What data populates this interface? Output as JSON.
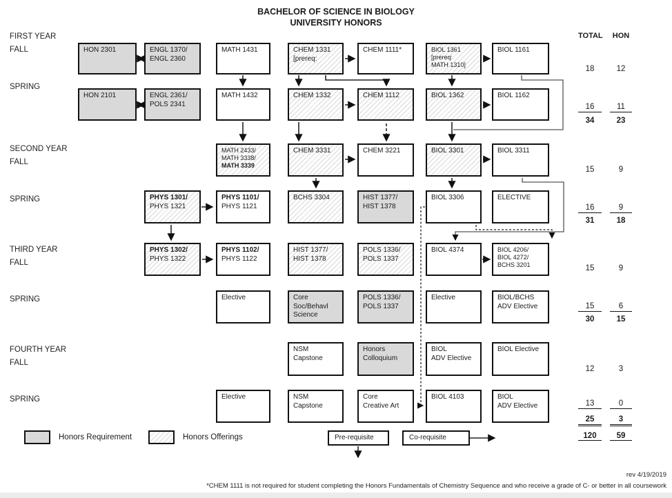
{
  "title": {
    "line1": "BACHELOR OF SCIENCE IN BIOLOGY",
    "line2": "UNIVERSITY HONORS"
  },
  "totals_header": {
    "total": "TOTAL",
    "hon": "HON"
  },
  "rows": [
    {
      "year_label": "FIRST YEAR",
      "term_label": "FALL",
      "boxes": [
        {
          "col": 0,
          "style": "gray",
          "lines": [
            {
              "text": "HON 2301"
            }
          ]
        },
        {
          "col": 1,
          "style": "gray",
          "lines": [
            {
              "text": "ENGL 1370/"
            },
            {
              "text": "ENGL 2360"
            }
          ]
        },
        {
          "col": 2,
          "style": "white",
          "lines": [
            {
              "text": "MATH 1431"
            }
          ]
        },
        {
          "col": 3,
          "style": "hatched",
          "lines": [
            {
              "text": "CHEM 1331"
            },
            {
              "text": "[prereq:"
            }
          ]
        },
        {
          "col": 4,
          "style": "white",
          "lines": [
            {
              "text": "CHEM 1111*"
            }
          ]
        },
        {
          "col": 5,
          "style": "hatched",
          "small": true,
          "lines": [
            {
              "text": "BIOL 1361"
            },
            {
              "text": "[prereq:"
            },
            {
              "text": "MATH 1310]"
            }
          ]
        },
        {
          "col": 6,
          "style": "white",
          "lines": [
            {
              "text": "BIOL 1161"
            }
          ]
        }
      ],
      "total": "18",
      "hon": "12"
    },
    {
      "year_label": "",
      "term_label": "SPRING",
      "boxes": [
        {
          "col": 0,
          "style": "gray",
          "lines": [
            {
              "text": "HON 2101"
            }
          ]
        },
        {
          "col": 1,
          "style": "gray",
          "lines": [
            {
              "text": "ENGL 2361/"
            },
            {
              "text": "POLS 2341"
            }
          ]
        },
        {
          "col": 2,
          "style": "white",
          "lines": [
            {
              "text": "MATH 1432"
            }
          ]
        },
        {
          "col": 3,
          "style": "hatched",
          "lines": [
            {
              "text": "CHEM 1332"
            }
          ]
        },
        {
          "col": 4,
          "style": "hatched",
          "lines": [
            {
              "text": "CHEM 1112"
            }
          ]
        },
        {
          "col": 5,
          "style": "hatched",
          "lines": [
            {
              "text": "BIOL 1362"
            }
          ]
        },
        {
          "col": 6,
          "style": "white",
          "lines": [
            {
              "text": "BIOL 1162"
            }
          ]
        }
      ],
      "total": "16",
      "hon": "11",
      "cum_total": "34",
      "cum_hon": "23"
    },
    {
      "year_label": "SECOND YEAR",
      "term_label": "FALL",
      "boxes": [
        {
          "col": 2,
          "style": "hatched",
          "small": true,
          "lines": [
            {
              "text": "MATH 2433/"
            },
            {
              "text": "MATH 3338/"
            },
            {
              "text": "MATH 3339",
              "bold": true
            }
          ]
        },
        {
          "col": 3,
          "style": "hatched",
          "lines": [
            {
              "text": "CHEM 3331"
            }
          ]
        },
        {
          "col": 4,
          "style": "white",
          "lines": [
            {
              "text": "CHEM 3221"
            }
          ]
        },
        {
          "col": 5,
          "style": "hatched",
          "lines": [
            {
              "text": "BIOL 3301"
            }
          ]
        },
        {
          "col": 6,
          "style": "white",
          "lines": [
            {
              "text": "BIOL 3311"
            }
          ]
        }
      ],
      "total": "15",
      "hon": "9"
    },
    {
      "year_label": "",
      "term_label": "SPRING",
      "boxes": [
        {
          "col": 1,
          "style": "hatched",
          "lines": [
            {
              "text": "PHYS 1301/",
              "bold": true
            },
            {
              "text": "PHYS 1321"
            }
          ]
        },
        {
          "col": 2,
          "style": "white",
          "lines": [
            {
              "text": "PHYS 1101/",
              "bold": true
            },
            {
              "text": "PHYS 1121"
            }
          ]
        },
        {
          "col": 3,
          "style": "hatched",
          "lines": [
            {
              "text": "BCHS 3304"
            }
          ]
        },
        {
          "col": 4,
          "style": "gray",
          "lines": [
            {
              "text": "HIST 1377/"
            },
            {
              "text": "HIST 1378"
            }
          ]
        },
        {
          "col": 5,
          "style": "white",
          "lines": [
            {
              "text": "BIOL 3306"
            }
          ]
        },
        {
          "col": 6,
          "style": "white",
          "lines": [
            {
              "text": "ELECTIVE"
            }
          ]
        }
      ],
      "total": "16",
      "hon": "9",
      "cum_total": "31",
      "cum_hon": "18"
    },
    {
      "year_label": "THIRD YEAR",
      "term_label": "FALL",
      "boxes": [
        {
          "col": 1,
          "style": "hatched",
          "lines": [
            {
              "text": "PHYS 1302/",
              "bold": true
            },
            {
              "text": "PHYS 1322"
            }
          ]
        },
        {
          "col": 2,
          "style": "white",
          "lines": [
            {
              "text": "PHYS 1102/",
              "bold": true
            },
            {
              "text": "PHYS 1122"
            }
          ]
        },
        {
          "col": 3,
          "style": "hatched",
          "lines": [
            {
              "text": "HIST 1377/"
            },
            {
              "text": "HIST 1378"
            }
          ]
        },
        {
          "col": 4,
          "style": "hatched",
          "lines": [
            {
              "text": "POLS 1336/"
            },
            {
              "text": "POLS 1337"
            }
          ]
        },
        {
          "col": 5,
          "style": "white",
          "lines": [
            {
              "text": "BIOL 4374"
            }
          ]
        },
        {
          "col": 6,
          "style": "white",
          "small": true,
          "lines": [
            {
              "text": "BIOL 4206/"
            },
            {
              "text": "BIOL 4272/"
            },
            {
              "text": "BCHS 3201"
            }
          ]
        }
      ],
      "total": "15",
      "hon": "9"
    },
    {
      "year_label": "",
      "term_label": "SPRING",
      "boxes": [
        {
          "col": 2,
          "style": "white",
          "lines": [
            {
              "text": "Elective"
            }
          ]
        },
        {
          "col": 3,
          "style": "gray",
          "lines": [
            {
              "text": "Core"
            },
            {
              "text": "Soc/Behavl"
            },
            {
              "text": "Science"
            }
          ]
        },
        {
          "col": 4,
          "style": "gray",
          "lines": [
            {
              "text": "POLS 1336/"
            },
            {
              "text": "POLS 1337"
            }
          ]
        },
        {
          "col": 5,
          "style": "white",
          "lines": [
            {
              "text": "Elective"
            }
          ]
        },
        {
          "col": 6,
          "style": "white",
          "lines": [
            {
              "text": "BIOL/BCHS"
            },
            {
              "text": "ADV Elective"
            }
          ]
        }
      ],
      "total": "15",
      "hon": "6",
      "cum_total": "30",
      "cum_hon": "15"
    },
    {
      "year_label": "FOURTH YEAR",
      "term_label": "FALL",
      "boxes": [
        {
          "col": 3,
          "style": "white",
          "lines": [
            {
              "text": "NSM"
            },
            {
              "text": "Capstone"
            }
          ]
        },
        {
          "col": 4,
          "style": "gray",
          "lines": [
            {
              "text": "Honors"
            },
            {
              "text": "Colloquium"
            }
          ]
        },
        {
          "col": 5,
          "style": "white",
          "lines": [
            {
              "text": "BIOL"
            },
            {
              "text": "ADV Elective"
            }
          ]
        },
        {
          "col": 6,
          "style": "white",
          "lines": [
            {
              "text": "BIOL Elective"
            }
          ]
        }
      ],
      "total": "12",
      "hon": "3"
    },
    {
      "year_label": "",
      "term_label": "SPRING",
      "boxes": [
        {
          "col": 2,
          "style": "white",
          "lines": [
            {
              "text": "Elective"
            }
          ]
        },
        {
          "col": 3,
          "style": "white",
          "lines": [
            {
              "text": "NSM"
            },
            {
              "text": "Capstone"
            }
          ]
        },
        {
          "col": 4,
          "style": "white",
          "lines": [
            {
              "text": "Core"
            },
            {
              "text": "Creative Art"
            }
          ]
        },
        {
          "col": 5,
          "style": "white",
          "lines": [
            {
              "text": "BIOL 4103"
            }
          ]
        },
        {
          "col": 6,
          "style": "white",
          "lines": [
            {
              "text": "BIOL"
            },
            {
              "text": "ADV Elective"
            }
          ]
        }
      ],
      "total": "13",
      "hon": "0",
      "cum_total": "25",
      "cum_hon": "3"
    }
  ],
  "grand": {
    "total": "120",
    "hon": "59"
  },
  "legend": {
    "honors_requirement": "Honors Requirement",
    "honors_offerings": "Honors Offerings",
    "prerequisite": "Pre-requisite",
    "corequisite": "Co-requisite"
  },
  "footnote": {
    "rev": "rev  4/19/2019",
    "note": "*CHEM 1111 is not required for student completing the Honors Fundamentals of Chemistry Sequence and who receive a grade of C- or better in all coursework"
  },
  "colors": {
    "honors_requirement_fill": "#d9d9d9",
    "box_border": "#111111",
    "hatch_line": "#a8a8a8"
  }
}
